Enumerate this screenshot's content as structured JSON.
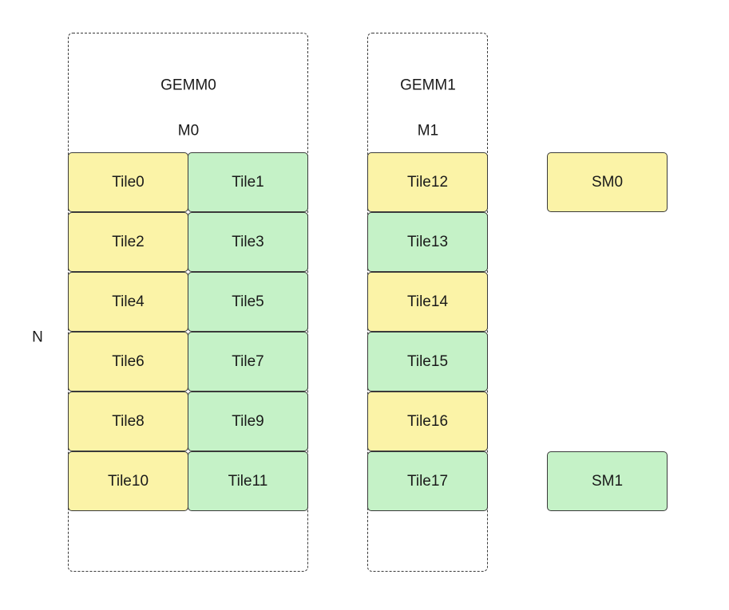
{
  "gemm0": {
    "title": "GEMM0",
    "m_label": "M0",
    "tiles": [
      {
        "label": "Tile0",
        "color": "#fbf3a7"
      },
      {
        "label": "Tile1",
        "color": "#c5f2c7"
      },
      {
        "label": "Tile2",
        "color": "#fbf3a7"
      },
      {
        "label": "Tile3",
        "color": "#c5f2c7"
      },
      {
        "label": "Tile4",
        "color": "#fbf3a7"
      },
      {
        "label": "Tile5",
        "color": "#c5f2c7"
      },
      {
        "label": "Tile6",
        "color": "#fbf3a7"
      },
      {
        "label": "Tile7",
        "color": "#c5f2c7"
      },
      {
        "label": "Tile8",
        "color": "#fbf3a7"
      },
      {
        "label": "Tile9",
        "color": "#c5f2c7"
      },
      {
        "label": "Tile10",
        "color": "#fbf3a7"
      },
      {
        "label": "Tile11",
        "color": "#c5f2c7"
      }
    ]
  },
  "gemm1": {
    "title": "GEMM1",
    "m_label": "M1",
    "tiles": [
      {
        "label": "Tile12",
        "color": "#fbf3a7"
      },
      {
        "label": "Tile13",
        "color": "#c5f2c7"
      },
      {
        "label": "Tile14",
        "color": "#fbf3a7"
      },
      {
        "label": "Tile15",
        "color": "#c5f2c7"
      },
      {
        "label": "Tile16",
        "color": "#fbf3a7"
      },
      {
        "label": "Tile17",
        "color": "#c5f2c7"
      }
    ]
  },
  "n_label": "N",
  "sms": [
    {
      "label": "SM0",
      "color": "#fbf3a7"
    },
    {
      "label": "SM1",
      "color": "#c5f2c7"
    }
  ],
  "colors": {
    "yellow": "#fbf3a7",
    "green": "#c5f2c7",
    "border": "#3a3a3a"
  }
}
